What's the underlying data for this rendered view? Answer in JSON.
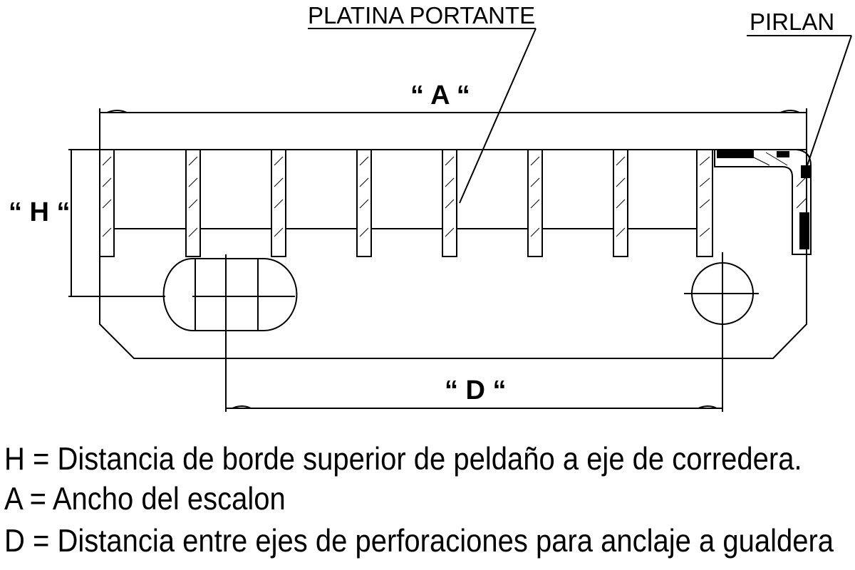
{
  "callouts": {
    "platina_portante": "PLATINA PORTANTE",
    "pirlan": "PIRLAN"
  },
  "dimensions": {
    "a_label": "“ A “",
    "h_label": "“ H “",
    "d_label": "“ D “"
  },
  "legend": {
    "h": "H = Distancia de borde superior de peldaño a eje de corredera.",
    "a": "A = Ancho del escalon",
    "d": "D = Distancia entre ejes de perforaciones para anclaje a gualdera"
  },
  "colors": {
    "line": "#000000",
    "background": "#ffffff"
  }
}
